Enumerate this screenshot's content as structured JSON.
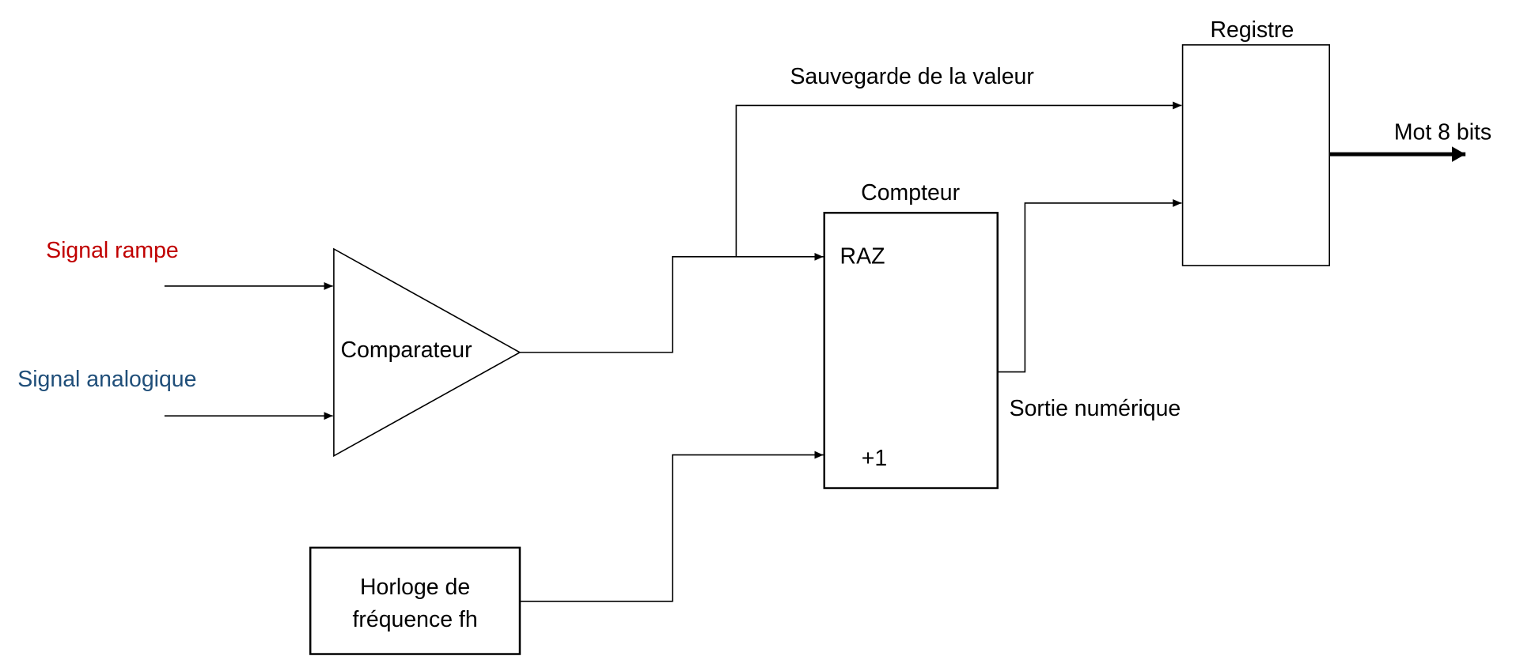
{
  "inputs": {
    "ramp": {
      "label": "Signal rampe",
      "color": "#c00000"
    },
    "analog": {
      "label": "Signal analogique",
      "color": "#1f4e79"
    }
  },
  "comparator": {
    "label": "Comparateur"
  },
  "counter": {
    "title": "Compteur",
    "reset_label": "RAZ",
    "increment_label": "+1"
  },
  "clock": {
    "line1": "Horloge de",
    "line2": "fréquence fh"
  },
  "register": {
    "title": "Registre"
  },
  "signals": {
    "save": "Sauvegarde de la valeur",
    "digital_out": "Sortie numérique",
    "output_word": "Mot 8 bits"
  }
}
